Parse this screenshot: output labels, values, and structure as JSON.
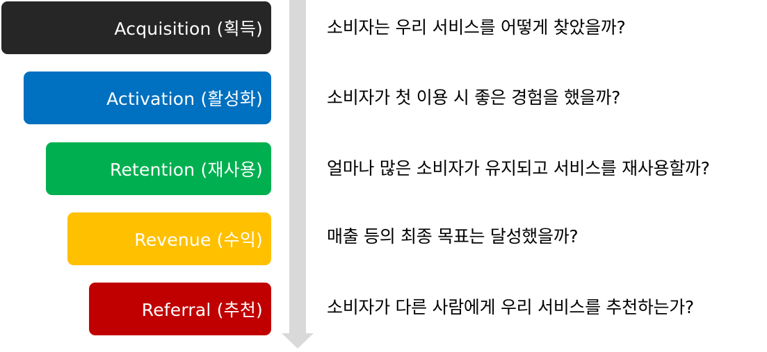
{
  "stages": [
    {
      "label": "Acquisition (획득)",
      "question": "소비자는 우리 서비스를 어떻게 찾았을까?",
      "color": "#262626"
    },
    {
      "label": "Activation (활성화)",
      "question": "소비자가 첫 이용 시 좋은 경험을 했을까?",
      "color": "#0070c0"
    },
    {
      "label": "Retention (재사용)",
      "question": "얼마나 많은 소비자가 유지되고 서비스를 재사용할까?",
      "color": "#00b050"
    },
    {
      "label": "Revenue (수익)",
      "question": "매출 등의 최종 목표는 달성했을까?",
      "color": "#ffc000"
    },
    {
      "label": "Referral (추천)",
      "question": "소비자가 다른 사람에게 우리 서비스를 추천하는가?",
      "color": "#c00000"
    }
  ],
  "arrow_color": "#d9d9d9"
}
